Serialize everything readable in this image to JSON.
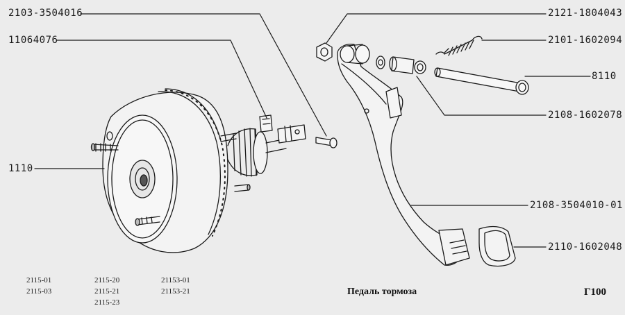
{
  "callouts": {
    "booster_nut": "2103-3504016",
    "brake_light_switch": "11064076",
    "vacuum_booster": "1110",
    "pedal_bracket": "2121-1804043",
    "return_spring": "2101-1602094",
    "pedal_axle": "8110",
    "bushing": "2108-1602078",
    "brake_pedal": "2108-3504010-01",
    "pedal_pad": "2110-1602048"
  },
  "models": {
    "col1": [
      "2115-01",
      "2115-03"
    ],
    "col2": [
      "2115-20",
      "2115-21",
      "2115-23"
    ],
    "col3": [
      "21153-01",
      "21153-21"
    ]
  },
  "caption": "Педаль тормоза",
  "figure_code": "Г100",
  "colors": {
    "background": "#ececec",
    "ink": "#1a1a1a"
  }
}
